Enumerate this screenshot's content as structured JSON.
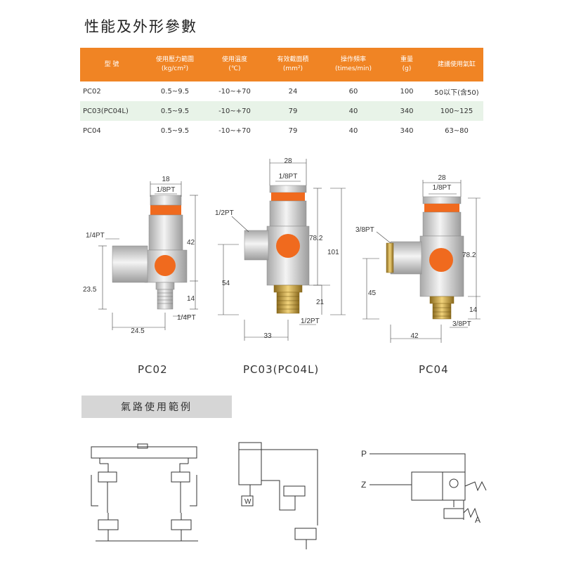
{
  "page": {
    "title": "性能及外形參數",
    "section_title": "氣路使用範例"
  },
  "table": {
    "headers": [
      {
        "line1": "型  號",
        "line2": ""
      },
      {
        "line1": "使用壓力範圍",
        "line2": "(kg/cm²)"
      },
      {
        "line1": "使用溫度",
        "line2": "(℃)"
      },
      {
        "line1": "有效截面積",
        "line2": "(mm²)"
      },
      {
        "line1": "操作頻率",
        "line2": "(times/min)"
      },
      {
        "line1": "重量",
        "line2": "(g)"
      },
      {
        "line1": "建議使用氣缸",
        "line2": ""
      }
    ],
    "rows": [
      [
        "PC02",
        "0.5~9.5",
        "-10~+70",
        "24",
        "60",
        "100",
        "50以下(含50)"
      ],
      [
        "PC03(PC04L)",
        "0.5~9.5",
        "-10~+70",
        "79",
        "40",
        "340",
        "100~125"
      ],
      [
        "PC04",
        "0.5~9.5",
        "-10~+70",
        "79",
        "40",
        "340",
        "63~80"
      ]
    ]
  },
  "models": {
    "pc02": {
      "caption": "PC02",
      "dims": {
        "top": "18",
        "top_port": "1/8PT",
        "side_port": "1/4PT",
        "height": "42",
        "low": "23.5",
        "bottom_h": "14",
        "bottom_port": "1/4PT",
        "width": "24.5"
      }
    },
    "pc03": {
      "caption": "PC03(PC04L)",
      "dims": {
        "top": "28",
        "top_port": "1/8PT",
        "side_port": "1/2PT",
        "height": "78.2",
        "total": "101",
        "low": "54",
        "bottom_h": "21",
        "bottom_port": "1/2PT",
        "width": "33"
      }
    },
    "pc04": {
      "caption": "PC04",
      "dims": {
        "top": "28",
        "top_port": "1/8PT",
        "side_port": "3/8PT",
        "height": "78.2",
        "low": "45",
        "bottom_h": "14",
        "bottom_port": "3/8PT",
        "width": "42"
      }
    }
  },
  "circuits": {
    "w_label": "W",
    "p_label": "P",
    "z_label": "Z",
    "a_label": "A"
  },
  "colors": {
    "header_orange": "#f08424",
    "alt_row": "#e8f3e8",
    "brass": "#c9a44a",
    "metal": "#d9d9d9",
    "orange_band": "#f06a1e"
  }
}
